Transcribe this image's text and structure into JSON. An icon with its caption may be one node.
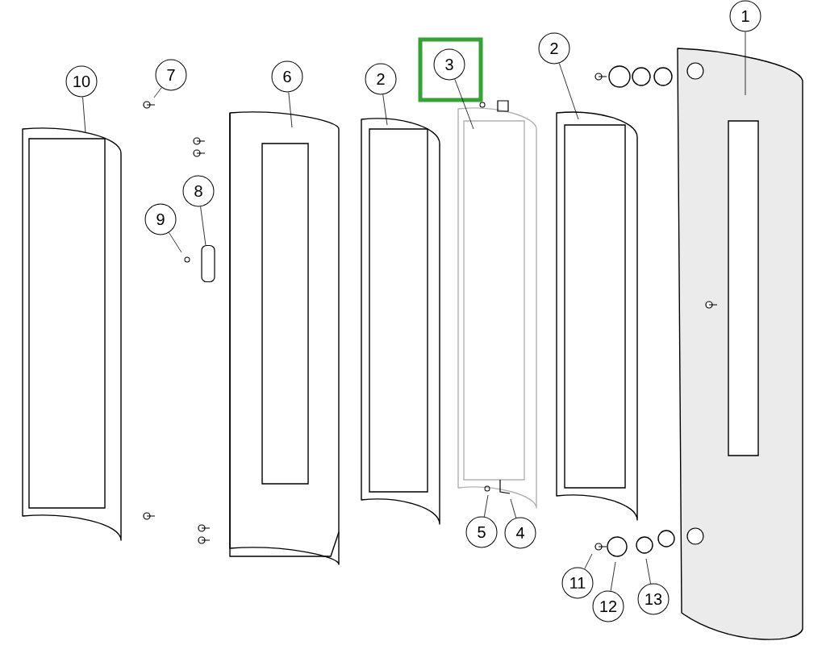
{
  "diagram": {
    "nodes": [
      {
        "text": [
          "1"
        ]
      },
      {
        "text": [
          "2"
        ]
      },
      {
        "text": [
          "3"
        ]
      },
      {
        "text": [
          "7"
        ]
      },
      {
        "text": [
          "6"
        ]
      },
      {
        "text": [
          "2"
        ]
      },
      {
        "text": [
          "10"
        ]
      },
      {
        "text": [
          "8"
        ]
      },
      {
        "text": [
          "9"
        ]
      },
      {
        "text": [
          "5"
        ]
      },
      {
        "text": [
          "4"
        ]
      },
      {
        "text": [
          "11"
        ]
      },
      {
        "text": [
          "13"
        ]
      },
      {
        "text": [
          "12"
        ]
      },
      {
        "text": [],
        "shape": "box"
      }
    ],
    "edges": [
      {
        "from": 0,
        "to": null,
        "arrow": "none"
      },
      {
        "from": 1,
        "to": null,
        "arrow": "none"
      },
      {
        "from": 2,
        "to": null,
        "arrow": "none"
      },
      {
        "from": 3,
        "to": null,
        "arrow": "none"
      },
      {
        "from": 4,
        "to": null,
        "arrow": "none"
      },
      {
        "from": 5,
        "to": null,
        "arrow": "none"
      },
      {
        "from": 6,
        "to": null,
        "arrow": "none"
      },
      {
        "from": 7,
        "to": 14,
        "arrow": "none"
      },
      {
        "from": 8,
        "to": null,
        "arrow": "none"
      },
      {
        "from": 9,
        "to": null,
        "arrow": "none"
      },
      {
        "from": 10,
        "to": null,
        "arrow": "none"
      },
      {
        "from": 11,
        "to": null,
        "arrow": "none"
      },
      {
        "from": 12,
        "to": null,
        "arrow": "none"
      },
      {
        "from": 13,
        "to": null,
        "arrow": "none"
      }
    ]
  }
}
